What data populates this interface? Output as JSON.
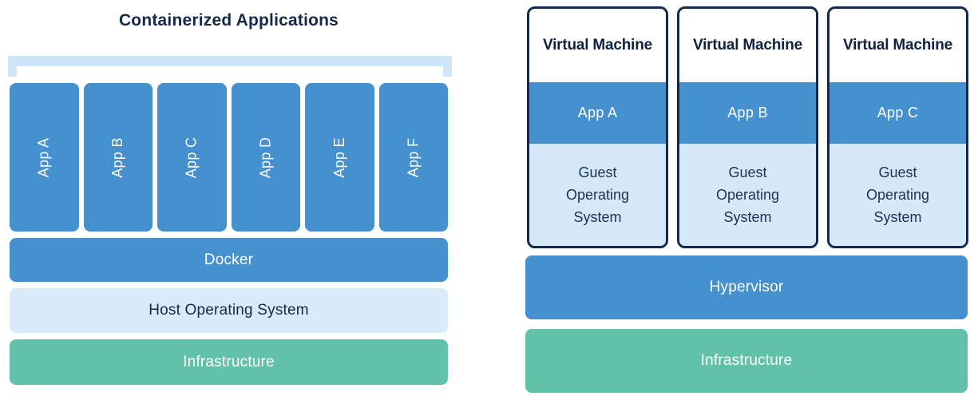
{
  "colors": {
    "blue": "#4590CE",
    "light_blue": "#D9EAF8",
    "bracket_blue": "#CFE5F8",
    "green": "#62C2A9",
    "navy": "#14294B",
    "white": "#FFFFFF"
  },
  "left": {
    "title": "Containerized Applications",
    "apps": [
      {
        "label": "App A"
      },
      {
        "label": "App B"
      },
      {
        "label": "App C"
      },
      {
        "label": "App D"
      },
      {
        "label": "App E"
      },
      {
        "label": "App F"
      }
    ],
    "layers": {
      "docker": {
        "label": "Docker"
      },
      "host_os": {
        "label": "Host Operating System"
      },
      "infrastructure": {
        "label": "Infrastructure"
      }
    }
  },
  "right": {
    "vms": [
      {
        "title": "Virtual Machine",
        "app": "App A",
        "os": "Guest Operating System"
      },
      {
        "title": "Virtual Machine",
        "app": "App B",
        "os": "Guest Operating System"
      },
      {
        "title": "Virtual Machine",
        "app": "App C",
        "os": "Guest Operating System"
      }
    ],
    "layers": {
      "hypervisor": {
        "label": "Hypervisor"
      },
      "infrastructure": {
        "label": "Infrastructure"
      }
    }
  }
}
